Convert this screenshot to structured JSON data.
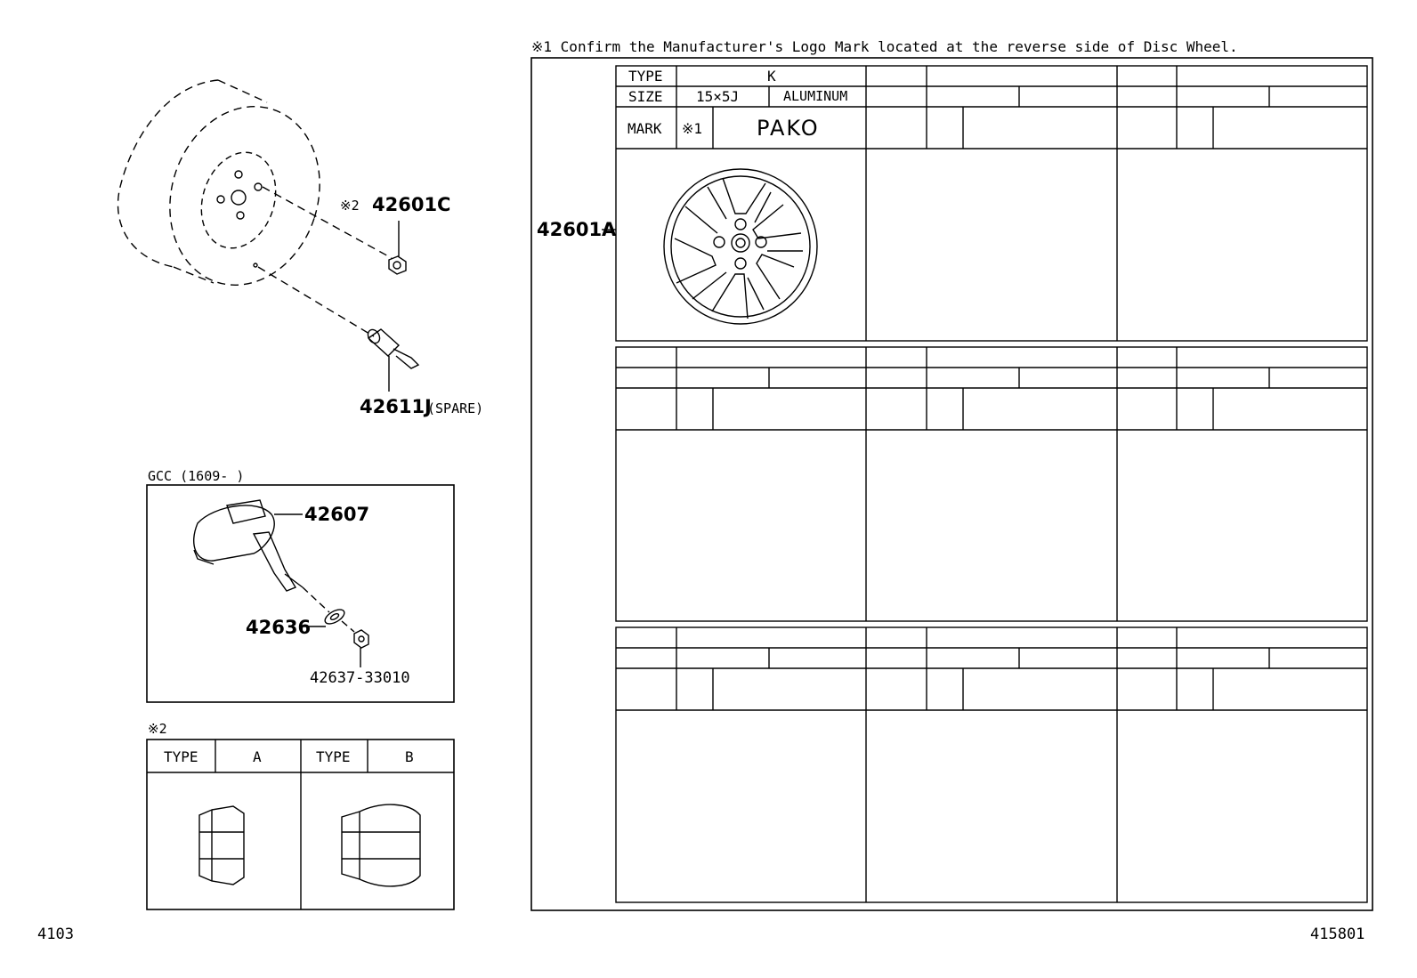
{
  "header_note": "※1  Confirm the Manufacturer's Logo Mark located at the reverse side of Disc Wheel.",
  "parts": {
    "nut": {
      "mark": "※2",
      "number": "42601C"
    },
    "valve": {
      "number": "42611J",
      "suffix": "(SPARE)"
    },
    "wheel": {
      "number": "42601A"
    },
    "sensor": {
      "number": "42607"
    },
    "grommet": {
      "number": "42636"
    },
    "sensor_nut": {
      "number": "42637-33010"
    }
  },
  "gcc_label": "GCC (1609-    )",
  "type_table": {
    "title": "※2",
    "cols": [
      {
        "label": "TYPE",
        "value": "A"
      },
      {
        "label": "TYPE",
        "value": "B"
      }
    ]
  },
  "spec_table": {
    "type_label": "TYPE",
    "type_value": "K",
    "size_label": "SIZE",
    "size_value": "15×5J",
    "material": "ALUMINUM",
    "mark_label": "MARK",
    "mark_ref": "※1",
    "mark_value": "PAKO"
  },
  "page_left": "4103",
  "page_right": "415801"
}
